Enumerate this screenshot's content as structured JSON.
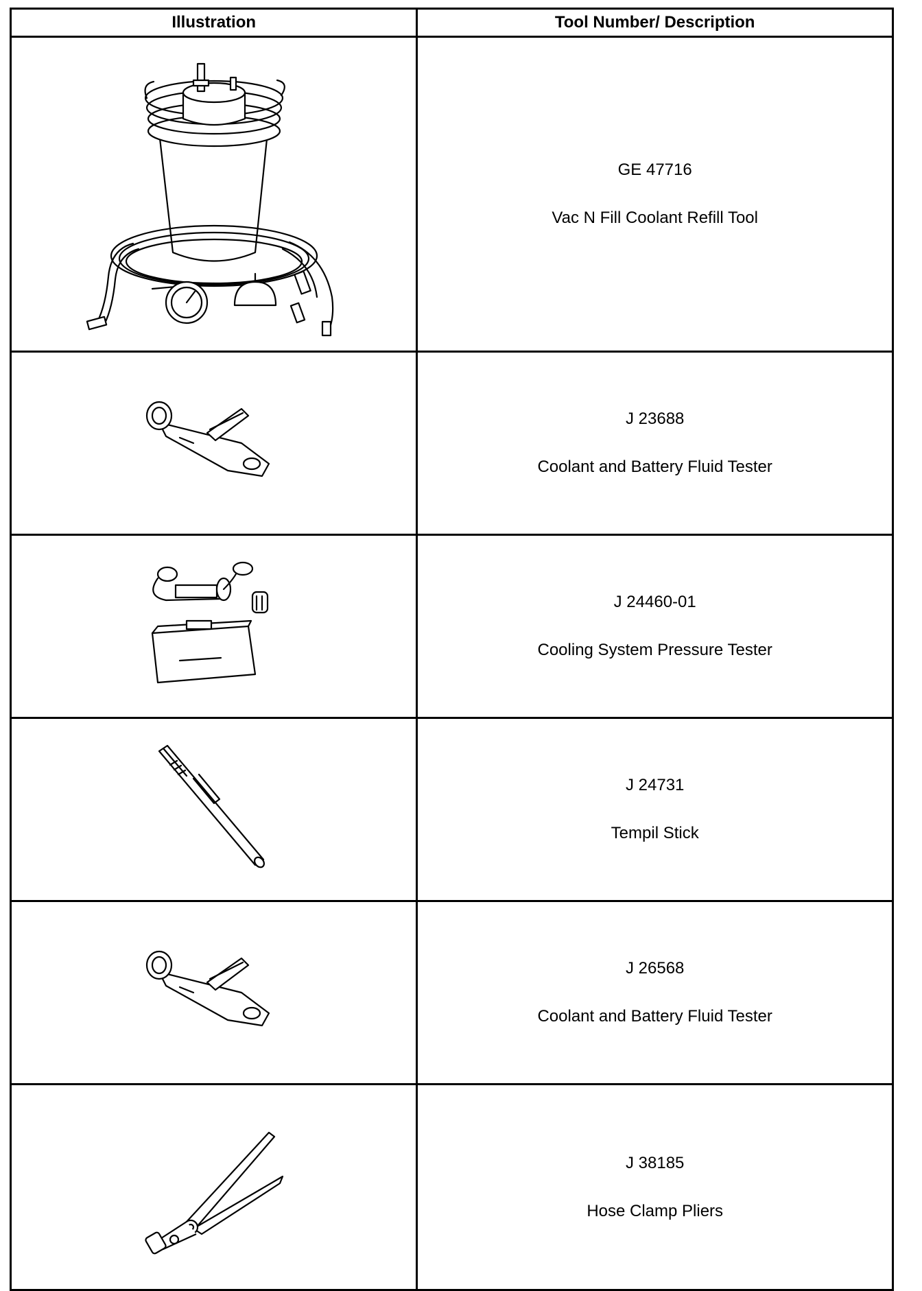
{
  "table": {
    "headers": {
      "illustration": "Illustration",
      "tool": "Tool Number/ Description"
    },
    "rows": [
      {
        "tool_number": "GE 47716",
        "description": "Vac N Fill Coolant Refill Tool",
        "icon": "coolant-refill-bucket-icon"
      },
      {
        "tool_number": "J 23688",
        "description": "Coolant and Battery Fluid Tester",
        "icon": "refractometer-icon"
      },
      {
        "tool_number": "J 24460-01",
        "description": "Cooling System Pressure Tester",
        "icon": "pressure-tester-kit-icon"
      },
      {
        "tool_number": "J 24731",
        "description": "Tempil Stick",
        "icon": "tempil-stick-icon"
      },
      {
        "tool_number": "J 26568",
        "description": "Coolant and Battery Fluid Tester",
        "icon": "refractometer-icon"
      },
      {
        "tool_number": "J 38185",
        "description": "Hose Clamp Pliers",
        "icon": "hose-clamp-pliers-icon"
      }
    ]
  }
}
